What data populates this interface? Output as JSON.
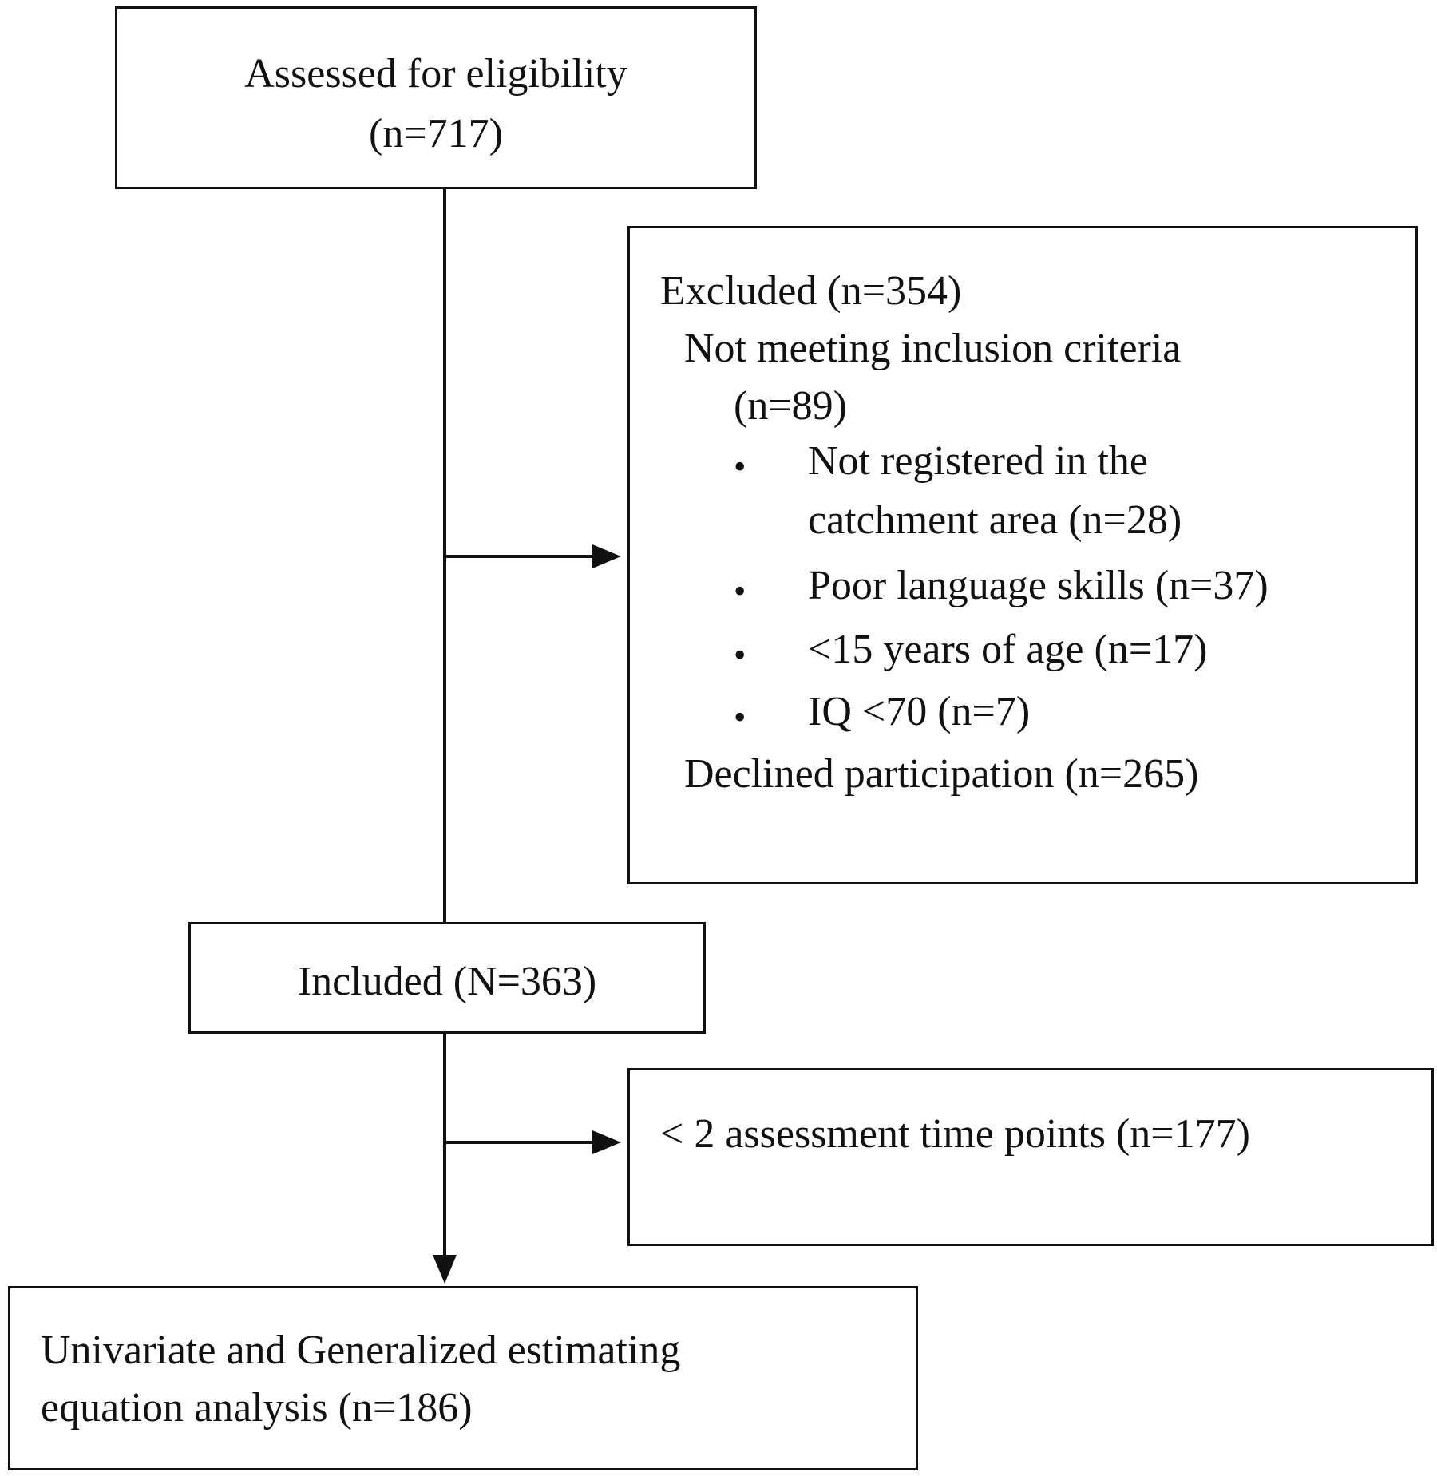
{
  "flowchart": {
    "assessed": {
      "line1": "Assessed for eligibility",
      "line2": "(n=717)"
    },
    "excluded": {
      "title": "Excluded  (n=354)",
      "not_meeting": "Not meeting inclusion criteria",
      "not_meeting_count": "(n=89)",
      "reasons": [
        {
          "line1": "Not registered in the",
          "line2": "catchment area (n=28)"
        },
        {
          "line1": "Poor language skills (n=37)"
        },
        {
          "line1": "<15 years of age (n=17)"
        },
        {
          "line1": "IQ <70 (n=7)"
        }
      ],
      "declined": "Declined participation (n=265)"
    },
    "included": {
      "label": "Included (N=363)"
    },
    "lost": {
      "label": "< 2 assessment time points (n=177)"
    },
    "analysis": {
      "line1": "Univariate and Generalized estimating",
      "line2": "equation analysis (n=186)"
    },
    "bullet_symbol": "•"
  }
}
